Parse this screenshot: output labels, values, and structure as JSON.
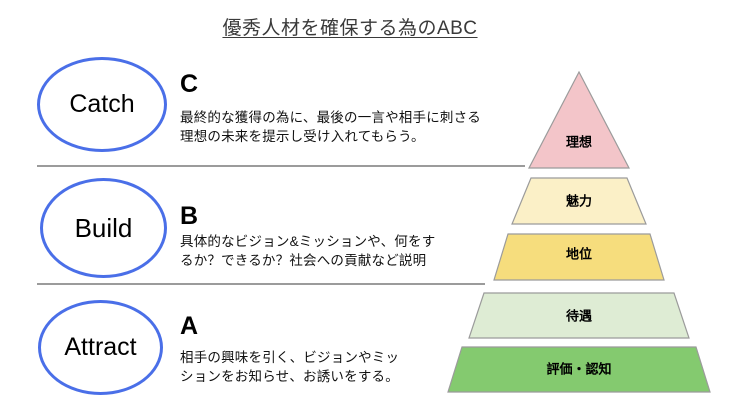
{
  "title": "優秀人材を確保する為のABC",
  "sections": [
    {
      "circle_label": "Catch",
      "letter": "C",
      "description": "最終的な獲得の為に、最後の一言や相手に刺さる\n理想の未来を提示し受け入れてもらう。"
    },
    {
      "circle_label": "Build",
      "letter": "B",
      "description": "具体的なビジョン&ミッションや、何をす\nるか？できるか？社会への貢献など説明"
    },
    {
      "circle_label": "Attract",
      "letter": "A",
      "description": "相手の興味を引く、ビジョンやミッ\nションをお知らせ、お誘いをする。"
    }
  ],
  "pyramid": {
    "levels": [
      {
        "label": "理想",
        "fill": "#F3C5C9"
      },
      {
        "label": "魅力",
        "fill": "#FBF0C7"
      },
      {
        "label": "地位",
        "fill": "#F6DD7D"
      },
      {
        "label": "待遇",
        "fill": "#DEECD4"
      },
      {
        "label": "評価・認知",
        "fill": "#84CA6F"
      }
    ],
    "outline_color": "#9B9B9B"
  },
  "colors": {
    "circle_stroke": "#4A6FE8",
    "divider": "#9B9B9B",
    "title_text": "#3A3A3A",
    "body_text": "#111111"
  }
}
